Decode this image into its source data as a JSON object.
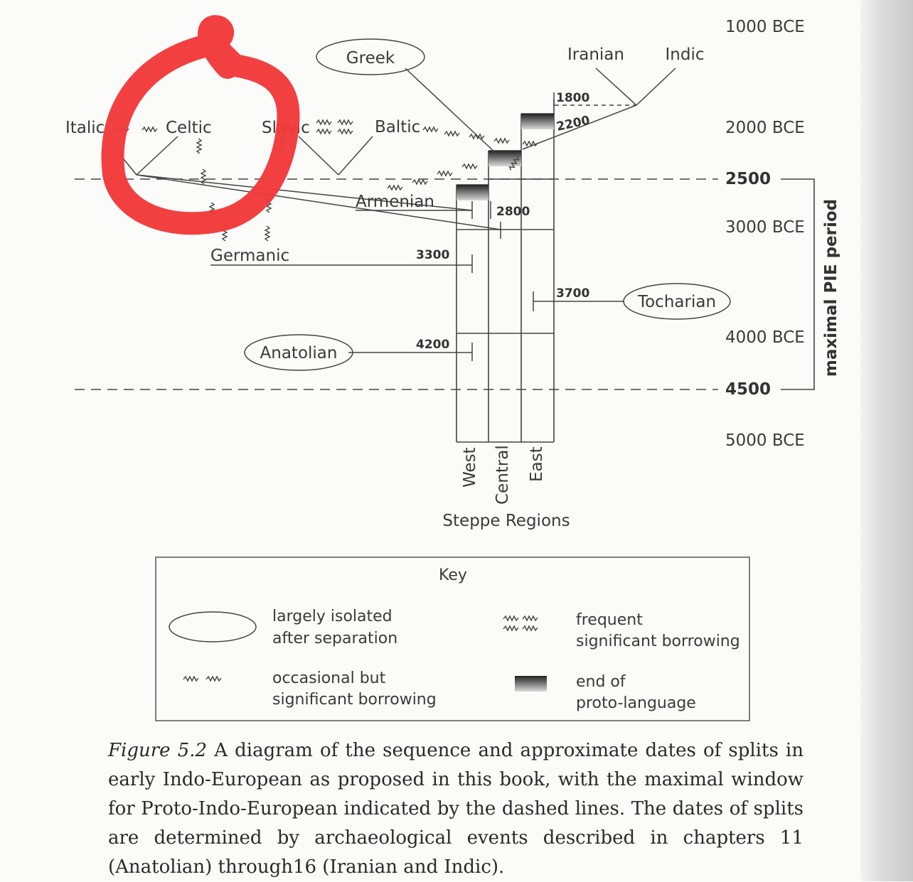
{
  "timeline": {
    "t1000": "1000 BCE",
    "t2000": "2000 BCE",
    "t2500": "2500",
    "t3000": "3000 BCE",
    "t4000": "4000 BCE",
    "t4500": "4500",
    "t5000": "5000 BCE",
    "period_label": "maximal PIE period"
  },
  "languages": {
    "greek": "Greek",
    "iranian": "Iranian",
    "indic": "Indic",
    "italic": "Italic",
    "celtic": "Celtic",
    "slavic": "Slavic",
    "baltic": "Baltic",
    "armenian": "Armenian",
    "germanic": "Germanic",
    "tocharian": "Tocharian",
    "anatolian": "Anatolian"
  },
  "split_dates": {
    "d1800": "1800",
    "d2200": "2200",
    "d2800": "2800",
    "d3300": "3300",
    "d3700": "3700",
    "d4200": "4200"
  },
  "steppe": {
    "west": "West",
    "central": "Central",
    "east": "East",
    "title": "Steppe Regions"
  },
  "key": {
    "title": "Key",
    "isolated_1": "largely isolated",
    "isolated_2": "after separation",
    "frequent_1": "frequent",
    "frequent_2": "significant borrowing",
    "occasional_1": "occasional but",
    "occasional_2": "significant borrowing",
    "end_1": "end of",
    "end_2": "proto-language"
  },
  "caption": {
    "figure": "Figure 5.2",
    "text": "A diagram of the sequence and approximate dates of splits in early Indo-European as proposed in this book, with the maximal window for Proto-Indo-European indicated by the dashed lines. The dates of splits are determined by archaeological events described in chapters 11 (Anatolian) through16 (Iranian and Indic)."
  },
  "colors": {
    "ink": "#333333",
    "annotation": "#f23a3a"
  }
}
